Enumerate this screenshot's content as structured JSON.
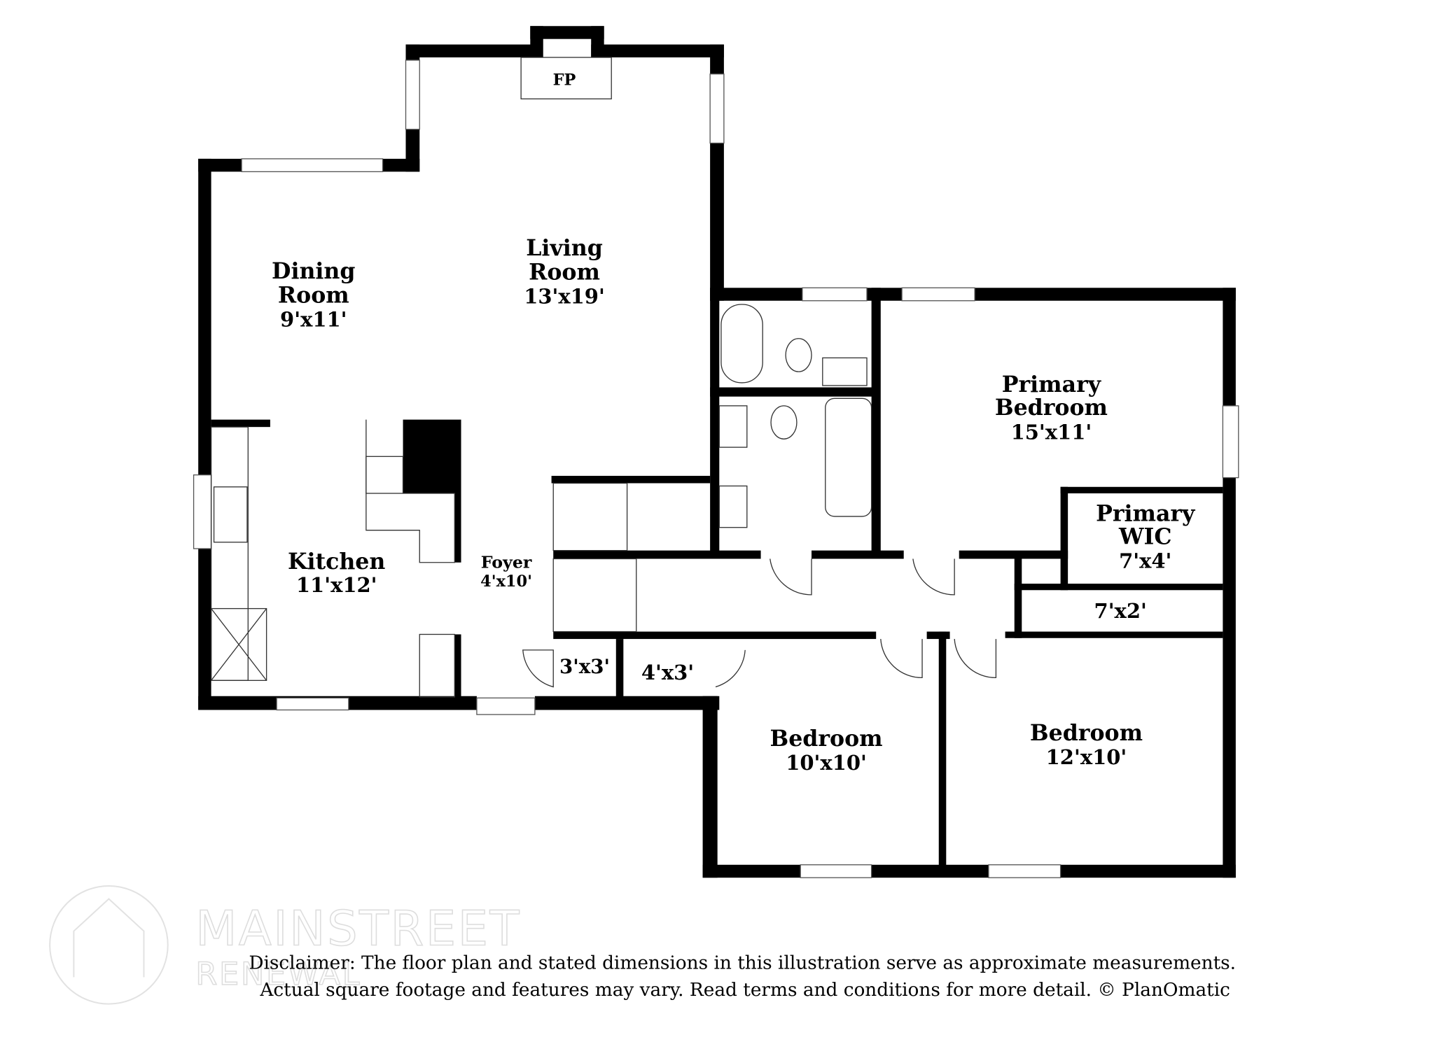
{
  "rooms": {
    "fp": "FP",
    "living": {
      "name1": "Living",
      "name2": "Room",
      "size": "13'x19'"
    },
    "dining": {
      "name1": "Dining",
      "name2": "Room",
      "size": "9'x11'"
    },
    "kitchen": {
      "name": "Kitchen",
      "size": "11'x12'"
    },
    "foyer": {
      "name": "Foyer",
      "size": "4'x10'"
    },
    "closet1": "3'x3'",
    "closet2": "4'x3'",
    "primary_bedroom": {
      "name1": "Primary",
      "name2": "Bedroom",
      "size": "15'x11'"
    },
    "primary_wic": {
      "name1": "Primary",
      "name2": "WIC",
      "size": "7'x4'"
    },
    "closet3": "7'x2'",
    "bedroom1": {
      "name": "Bedroom",
      "size": "10'x10'"
    },
    "bedroom2": {
      "name": "Bedroom",
      "size": "12'x10'"
    }
  },
  "watermark": {
    "line1": "MAINSTREET",
    "line2": "RENEWAL"
  },
  "disclaimer": {
    "line1": "Disclaimer: The floor plan and stated dimensions in this illustration serve as approximate measurements.",
    "line2": "Actual square footage and features may vary. Read terms and conditions for more detail. © PlanOmatic"
  }
}
